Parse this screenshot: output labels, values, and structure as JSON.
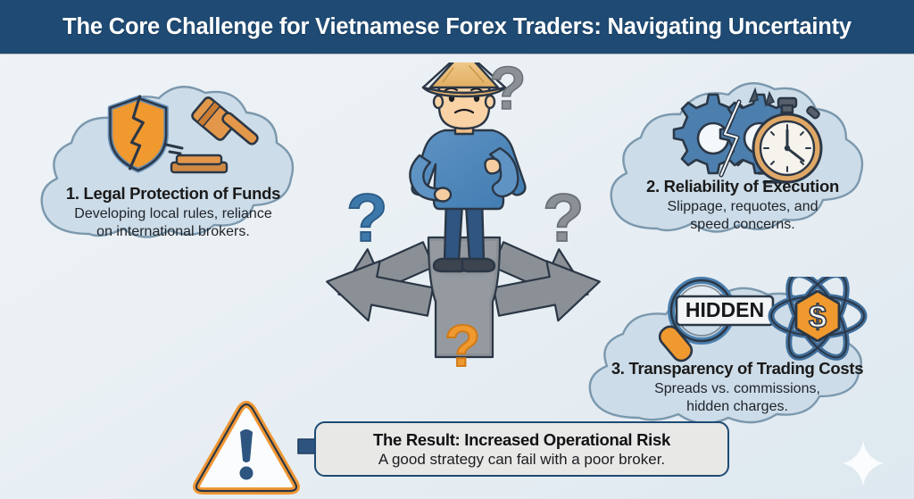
{
  "header": {
    "title": "The Core Challenge for Vietnamese Forex Traders: Navigating Uncertainty",
    "bar_color": "#1e4a73",
    "text_color": "#ffffff"
  },
  "theme": {
    "background_top": "#eef3f6",
    "background_bottom": "#dde8f0",
    "cloud_fill": "#ccdce8",
    "cloud_border": "#7b98ad",
    "accent_orange": "#f0992f",
    "accent_navy": "#2d5580",
    "road_gray": "#8b9097",
    "text_dark": "#1a1a1a"
  },
  "clouds": [
    {
      "id": "legal-protection",
      "title": "1. Legal Protection of Funds",
      "sub_line1": "Developing local rules, reliance",
      "sub_line2": "on international brokers.",
      "icons": [
        "cracked-shield-icon",
        "gavel-icon"
      ]
    },
    {
      "id": "reliability-execution",
      "title": "2. Reliability of Execution",
      "sub_line1": "Slippage, requotes, and",
      "sub_line2": "speed concerns.",
      "icons": [
        "broken-gear-icon",
        "stopwatch-icon"
      ]
    },
    {
      "id": "transparency-costs",
      "title": "3. Transparency of Trading Costs",
      "sub_line1": "Spreads vs. commissions,",
      "sub_line2": "hidden charges.",
      "icons": [
        "magnifier-hidden-icon",
        "dollar-atom-icon"
      ],
      "badge_label": "HIDDEN"
    }
  ],
  "result": {
    "title": "The Result: Increased Operational Risk",
    "subtitle": "A good strategy can fail with a poor broker.",
    "warning_icon": "warning-triangle-icon",
    "arrow_icon": "arrow-right-icon"
  },
  "center": {
    "figure": "confused-trader-figure",
    "hat": "conical-hat",
    "question_marks": [
      {
        "name": "question-mark-top",
        "color": "#8b9097"
      },
      {
        "name": "question-mark-left",
        "color": "#3d78ab"
      },
      {
        "name": "question-mark-right",
        "color": "#8b9097"
      },
      {
        "name": "question-mark-bottom",
        "color": "#f0992f"
      }
    ],
    "crossroads": "four-way-arrow-crossroads"
  },
  "decor": {
    "sparkle": "sparkle-icon"
  }
}
